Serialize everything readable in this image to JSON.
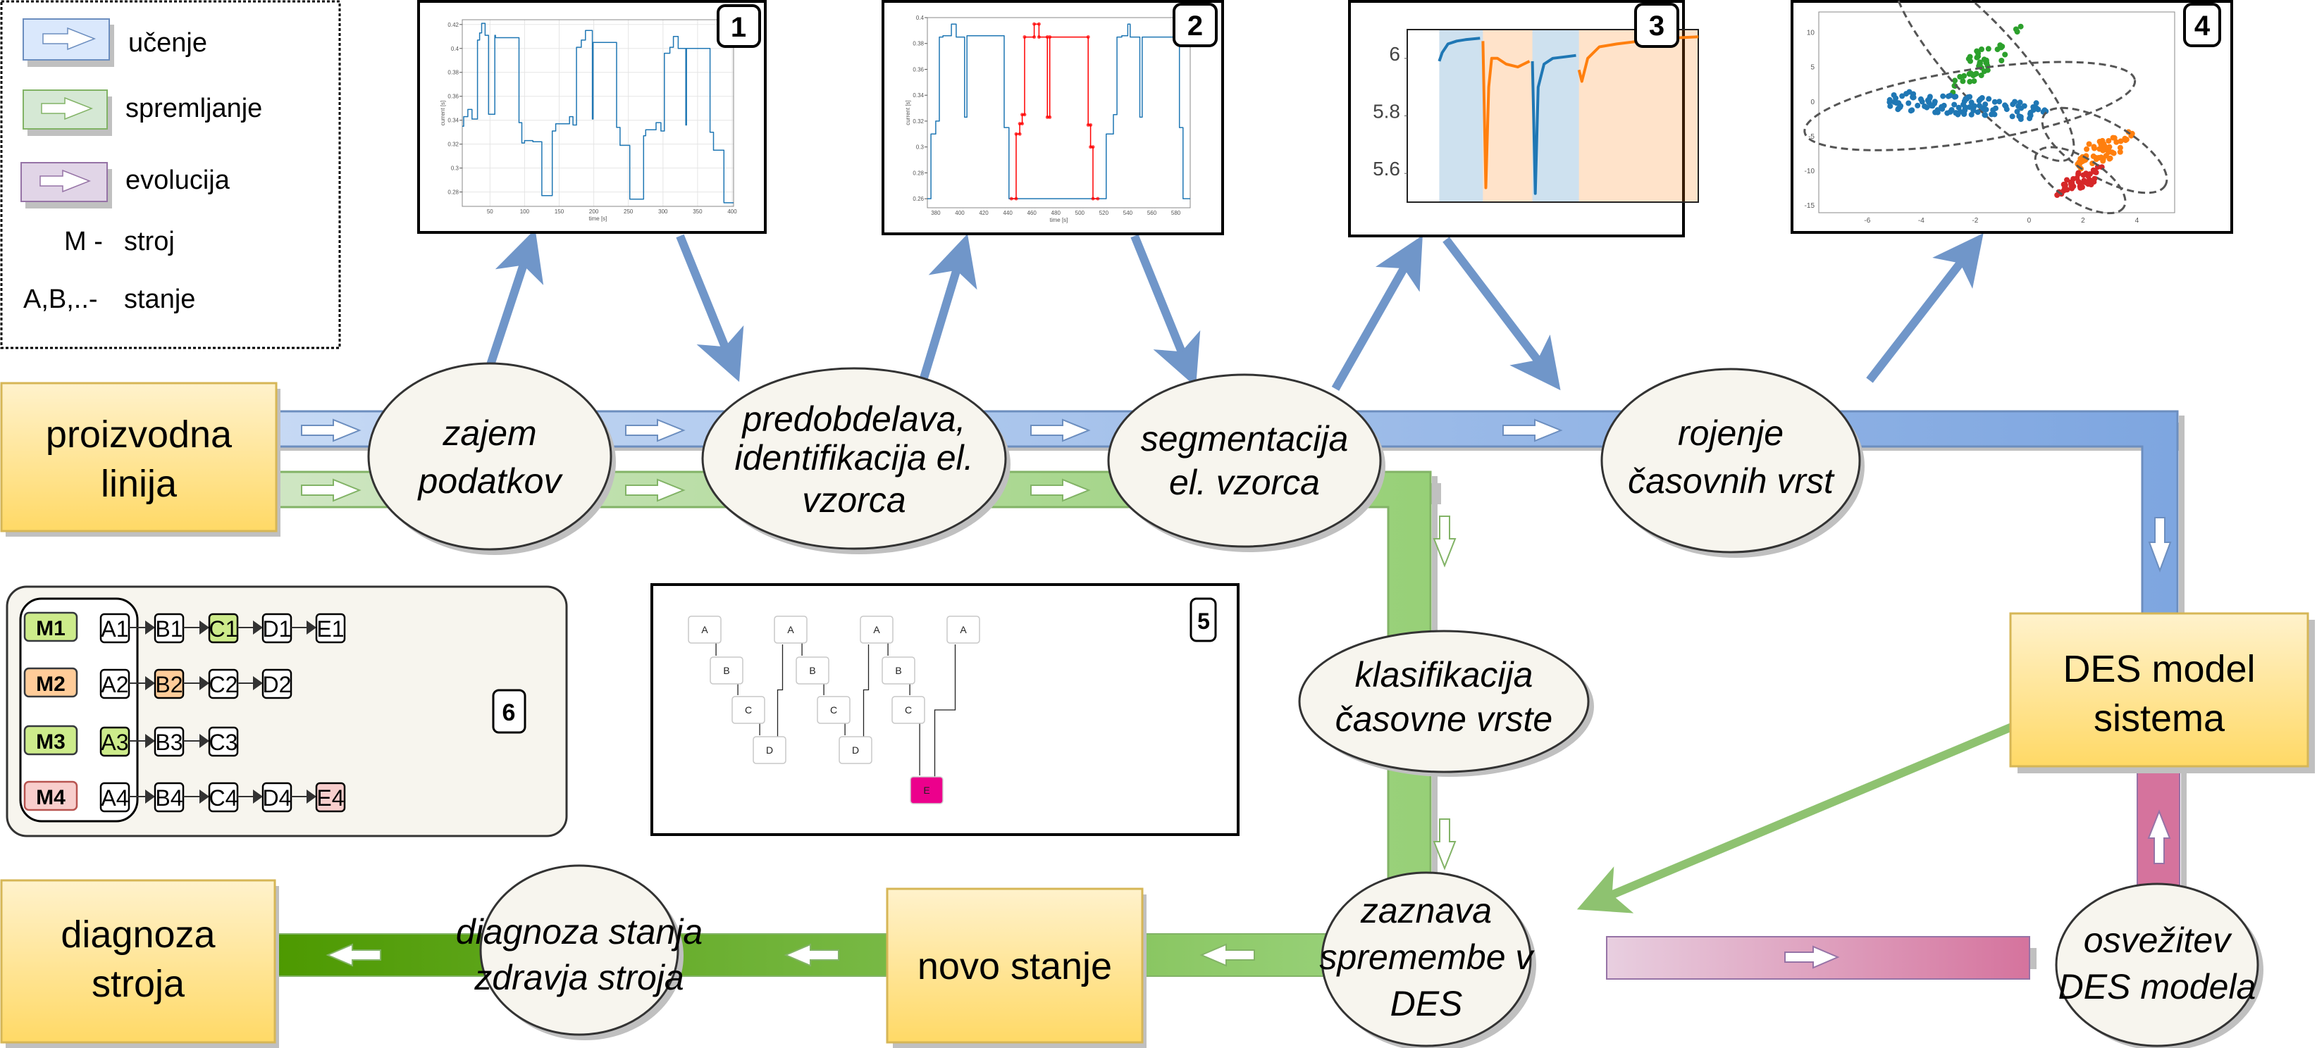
{
  "colors": {
    "learning": "#7ea6e0",
    "learning_light": "#dae8fc",
    "learning_stroke": "#6c8ebf",
    "monitoring": "#97d077",
    "monitoring_light": "#d5e8d4",
    "monitoring_stroke": "#82b366",
    "monitoring_dark": "#4d9900",
    "evolution": "#d5739d",
    "evolution_light": "#e1d5e7",
    "evolution_stroke": "#9673a6",
    "box_fill_top": "#fff2cc",
    "box_fill_bottom": "#ffd966",
    "box_stroke": "#d6b656",
    "ellipse_fill": "#f7f5ee",
    "arrow_blue": "#7096c9",
    "arrow_green": "#8ec270",
    "series_blue": "#1f77b4",
    "series_orange": "#ff7f0e",
    "series_green": "#2ca02c",
    "series_red": "#d62728",
    "highlight_red": "#ff0000",
    "state_green": "#cdeb8b",
    "state_orange": "#ffcc99",
    "state_pink": "#f8cecc",
    "dag_magenta": "#ec008c"
  },
  "legend": {
    "items": [
      {
        "label": "učenje",
        "kind": "learning"
      },
      {
        "label": "spremljanje",
        "kind": "monitoring"
      },
      {
        "label": "evolucija",
        "kind": "evolution"
      }
    ],
    "abbrev": [
      {
        "key": "M -",
        "label": "stroj"
      },
      {
        "key": "A,B,..-",
        "label": "stanje"
      }
    ]
  },
  "boxes": {
    "production_line": [
      "proizvodna",
      "linija"
    ],
    "des_model": [
      "DES model",
      "sistema"
    ],
    "new_state": [
      "novo stanje"
    ],
    "machine_diagnosis": [
      "diagnoza",
      "stroja"
    ]
  },
  "ellipses": {
    "data_capture": [
      "zajem",
      "podatkov"
    ],
    "preprocessing": [
      "predobdelava,",
      "identifikacija el.",
      "vzorca"
    ],
    "segmentation": [
      "segmentacija",
      "el. vzorca"
    ],
    "clustering": [
      "rojenje",
      "časovnih vrst"
    ],
    "classification": [
      "klasifikacija",
      "časovne vrste"
    ],
    "change_detection": [
      "zaznava",
      "spremembe v",
      "DES"
    ],
    "model_refresh": [
      "osvežitev",
      "DES modela"
    ],
    "health_diagnosis": [
      "diagnoza stanja",
      "zdravja stroja"
    ]
  },
  "badges": [
    "1",
    "2",
    "3",
    "4",
    "5",
    "6"
  ],
  "state_panel": {
    "machines": [
      {
        "label": "M1",
        "status": "green",
        "states": [
          "A1",
          "B1",
          "C1",
          "D1",
          "E1"
        ],
        "active": 2
      },
      {
        "label": "M2",
        "status": "orange",
        "states": [
          "A2",
          "B2",
          "C2",
          "D2"
        ],
        "active": 1
      },
      {
        "label": "M3",
        "status": "green",
        "states": [
          "A3",
          "B3",
          "C3"
        ],
        "active": 0
      },
      {
        "label": "M4",
        "status": "pink",
        "states": [
          "A4",
          "B4",
          "C4",
          "D4",
          "E4"
        ],
        "active": 4
      }
    ]
  },
  "dag_panel": {
    "nodes": [
      "A",
      "B",
      "C",
      "D",
      "A",
      "B",
      "C",
      "D",
      "A",
      "B",
      "C",
      "E",
      "A"
    ],
    "anomaly_node": "E"
  },
  "chart_data": [
    {
      "id": "chart-1",
      "type": "line",
      "title": "",
      "xlabel": "time [s]",
      "ylabel": "current [s]",
      "xlim": [
        10,
        402
      ],
      "ylim": [
        0.268,
        0.424
      ],
      "xticks": [
        50,
        100,
        150,
        200,
        250,
        300,
        350,
        400
      ],
      "yticks": [
        0.28,
        0.3,
        0.32,
        0.34,
        0.36,
        0.38,
        0.4,
        0.42
      ],
      "grid": true,
      "series": [
        {
          "name": "current",
          "color": "#1f77b4",
          "x": [
            10,
            12,
            12,
            18,
            18,
            24,
            24,
            32,
            32,
            35,
            35,
            38,
            38,
            43,
            43,
            48,
            48,
            57,
            57,
            58,
            58,
            92,
            92,
            96,
            96,
            100,
            100,
            112,
            112,
            125,
            125,
            140,
            140,
            145,
            145,
            165,
            165,
            170,
            170,
            175,
            175,
            182,
            182,
            188,
            188,
            198,
            198,
            199,
            199,
            233,
            233,
            238,
            238,
            252,
            252,
            272,
            272,
            275,
            275,
            290,
            290,
            297,
            297,
            302,
            302,
            310,
            310,
            315,
            315,
            322,
            322,
            333,
            333,
            334,
            334,
            368,
            368,
            373,
            373,
            388,
            388,
            402
          ],
          "y": [
            0.335,
            0.335,
            0.343,
            0.343,
            0.349,
            0.349,
            0.341,
            0.341,
            0.407,
            0.407,
            0.413,
            0.413,
            0.421,
            0.421,
            0.411,
            0.411,
            0.345,
            0.345,
            0.411,
            0.411,
            0.409,
            0.409,
            0.338,
            0.338,
            0.321,
            0.321,
            0.323,
            0.323,
            0.322,
            0.322,
            0.277,
            0.277,
            0.331,
            0.331,
            0.337,
            0.337,
            0.343,
            0.343,
            0.336,
            0.336,
            0.401,
            0.401,
            0.407,
            0.407,
            0.415,
            0.415,
            0.341,
            0.341,
            0.405,
            0.405,
            0.334,
            0.334,
            0.319,
            0.319,
            0.274,
            0.274,
            0.327,
            0.327,
            0.332,
            0.332,
            0.338,
            0.338,
            0.331,
            0.331,
            0.396,
            0.396,
            0.401,
            0.401,
            0.41,
            0.41,
            0.4,
            0.4,
            0.336,
            0.336,
            0.4,
            0.4,
            0.33,
            0.33,
            0.315,
            0.315,
            0.271,
            0.271
          ]
        }
      ]
    },
    {
      "id": "chart-2",
      "type": "line",
      "title": "",
      "xlabel": "time [s]",
      "ylabel": "current [s]",
      "xlim": [
        373,
        592
      ],
      "ylim": [
        0.253,
        0.4
      ],
      "xticks": [
        380,
        400,
        420,
        440,
        460,
        480,
        500,
        520,
        540,
        560,
        580
      ],
      "yticks": [
        0.26,
        0.28,
        0.3,
        0.32,
        0.34,
        0.36,
        0.38,
        0.4
      ],
      "grid": false,
      "series": [
        {
          "name": "current",
          "color": "#1f77b4",
          "x": [
            373,
            376,
            376,
            380,
            380,
            383,
            383,
            386,
            386,
            393,
            393,
            397,
            397,
            404,
            404,
            406,
            406,
            437,
            437,
            441,
            441,
            522,
            522,
            528,
            528,
            531,
            531,
            535,
            535,
            540,
            540,
            542,
            542,
            550,
            550,
            552,
            552,
            583,
            583,
            586,
            586,
            592
          ],
          "y": [
            0.26,
            0.26,
            0.31,
            0.31,
            0.32,
            0.32,
            0.385,
            0.385,
            0.386,
            0.386,
            0.395,
            0.395,
            0.385,
            0.385,
            0.323,
            0.323,
            0.386,
            0.386,
            0.315,
            0.315,
            0.26,
            0.26,
            0.31,
            0.31,
            0.325,
            0.325,
            0.385,
            0.385,
            0.386,
            0.386,
            0.395,
            0.395,
            0.385,
            0.385,
            0.323,
            0.323,
            0.385,
            0.385,
            0.315,
            0.315,
            0.26,
            0.26
          ]
        },
        {
          "name": "identified pattern",
          "color": "#ff0000",
          "x": [
            443,
            447,
            447,
            450,
            450,
            452,
            452,
            454,
            454,
            462,
            462,
            466,
            466,
            473,
            473,
            475,
            475,
            507,
            507,
            509,
            509,
            511,
            511,
            515
          ],
          "y": [
            0.26,
            0.26,
            0.31,
            0.31,
            0.318,
            0.318,
            0.325,
            0.325,
            0.385,
            0.385,
            0.395,
            0.395,
            0.385,
            0.385,
            0.323,
            0.323,
            0.385,
            0.385,
            0.317,
            0.317,
            0.3,
            0.3,
            0.26,
            0.26
          ]
        }
      ]
    },
    {
      "id": "chart-3",
      "type": "line",
      "title": "",
      "xlabel": "",
      "ylabel": "",
      "xlim": [
        0,
        100
      ],
      "ylim": [
        5.5,
        6.1
      ],
      "yticks": [
        5.6,
        5.8,
        6.0
      ],
      "grid": false,
      "spans": [
        {
          "from": 11,
          "to": 26,
          "color": "#1f77b4"
        },
        {
          "from": 26,
          "to": 43,
          "color": "#ff7f0e"
        },
        {
          "from": 43,
          "to": 59,
          "color": "#1f77b4"
        },
        {
          "from": 59,
          "to": 100,
          "color": "#ff7f0e"
        }
      ],
      "series": [
        {
          "name": "segment-1",
          "color": "#1f77b4",
          "x": [
            11,
            12,
            14,
            17,
            20,
            25
          ],
          "y": [
            5.99,
            6.02,
            6.05,
            6.06,
            6.065,
            6.07
          ]
        },
        {
          "name": "segment-2",
          "color": "#ff7f0e",
          "x": [
            26,
            27,
            28,
            29,
            31,
            34,
            38,
            42
          ],
          "y": [
            6.06,
            5.55,
            5.9,
            6.0,
            6.0,
            5.98,
            5.97,
            5.99
          ]
        },
        {
          "name": "segment-3",
          "color": "#1f77b4",
          "x": [
            43,
            44,
            45,
            47,
            50,
            54,
            58
          ],
          "y": [
            5.99,
            5.53,
            5.9,
            5.98,
            6.0,
            6.005,
            6.01
          ]
        },
        {
          "name": "segment-4",
          "color": "#ff7f0e",
          "x": [
            59,
            60,
            62,
            66,
            72,
            80,
            90,
            100
          ],
          "y": [
            5.96,
            5.92,
            6.0,
            6.04,
            6.05,
            6.06,
            6.07,
            6.075
          ]
        }
      ]
    },
    {
      "id": "chart-4",
      "type": "scatter",
      "title": "",
      "xlabel": "",
      "ylabel": "",
      "xlim": [
        -7.8,
        5.4
      ],
      "ylim": [
        -16,
        13
      ],
      "xticks": [
        -6,
        -4,
        -2,
        0,
        2,
        4
      ],
      "yticks": [
        -15,
        -10,
        -5,
        0,
        5,
        10
      ],
      "grid": false,
      "clusters": [
        {
          "name": "cluster-green",
          "color": "#2ca02c",
          "center": [
            -1.7,
            5.8
          ],
          "rx": 4.8,
          "ry": 1.3,
          "angle": -48,
          "count": 45,
          "spread": [
            1.6,
            3.2
          ]
        },
        {
          "name": "cluster-blue",
          "color": "#1f77b4",
          "center": [
            -2.2,
            -0.6
          ],
          "rx": 6.2,
          "ry": 1.3,
          "angle": 9,
          "count": 120,
          "spread": [
            3.0,
            1.3
          ]
        },
        {
          "name": "cluster-orange",
          "color": "#ff7f0e",
          "center": [
            2.8,
            -7.0
          ],
          "rx": 2.6,
          "ry": 1.0,
          "angle": -30,
          "count": 60,
          "spread": [
            1.0,
            2.0
          ]
        },
        {
          "name": "cluster-red",
          "color": "#d62728",
          "center": [
            1.9,
            -11.3
          ],
          "rx": 1.9,
          "ry": 0.8,
          "angle": -32,
          "count": 45,
          "spread": [
            0.8,
            1.4
          ]
        }
      ]
    }
  ]
}
